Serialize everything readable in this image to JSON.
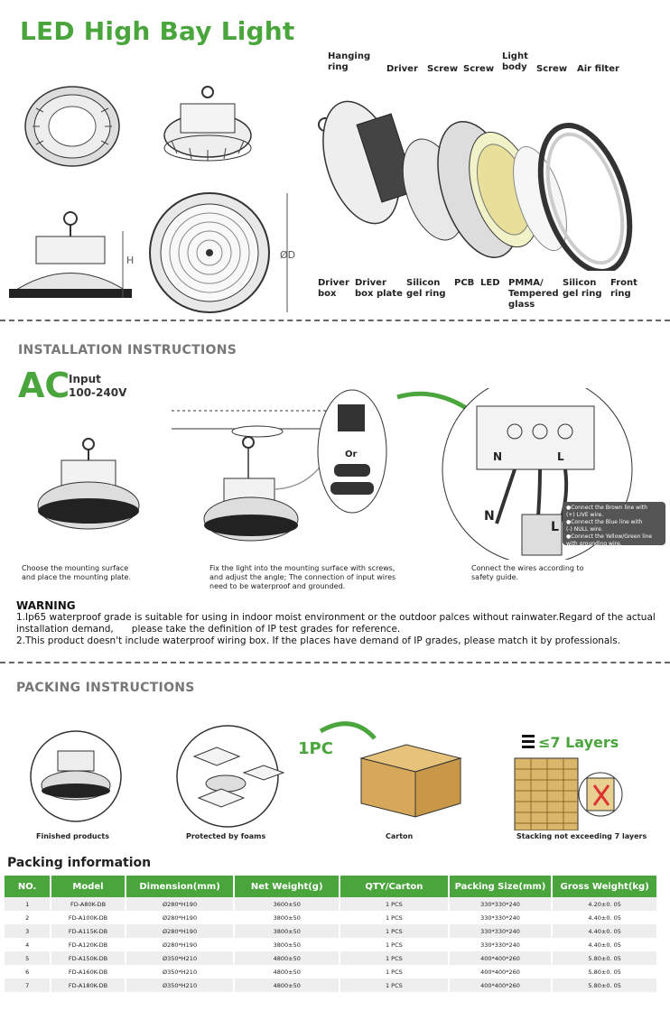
{
  "title": "LED High Bay Light",
  "dim_labels": {
    "h": "H",
    "d": "ØD"
  },
  "exploded_labels": {
    "hanging_ring": [
      "Hanging",
      "ring"
    ],
    "driver": "Driver",
    "screw1": "Screw",
    "screw2": "Screw",
    "light_body": [
      "Light",
      "body"
    ],
    "screw3": "Screw",
    "air_filter": "Air filter",
    "driver_box": [
      "Driver",
      "box"
    ],
    "driver_box_plate": [
      "Driver",
      "box plate"
    ],
    "silicon_gel_ring1": [
      "Silicon",
      "gel ring"
    ],
    "pcb": "PCB",
    "led": "LED",
    "pmma": [
      "PMMA/",
      "Tempered",
      "glass"
    ],
    "silicon_gel_ring2": [
      "Silicon",
      "gel ring"
    ],
    "front_ring": [
      "Front",
      "ring"
    ]
  },
  "installation": {
    "heading": "INSTALLATION INSTRUCTIONS",
    "ac": "AC",
    "input_label": "Input",
    "voltage": "100-240V",
    "or_label": "Or",
    "terminal_n": "N",
    "terminal_l": "L",
    "wire_n": "N",
    "wire_l": "L",
    "step1": [
      "Choose the mounting surface",
      "and place the mounting plate."
    ],
    "step2": [
      "Fix the light into the mounting surface with screws,",
      "and adjust the angle; The connection of input wires",
      "need to be waterproof and grounded."
    ],
    "step3": [
      "Connect the wires according to",
      "safety guide."
    ],
    "wire_notes": [
      "●Connect the Brown line with",
      "(+) LIVE wire.",
      "●Connect the Blue line with",
      "(-) NULL wire.",
      "●Connect the Yellow/Green line",
      "with grounding wire."
    ]
  },
  "warning": {
    "heading": "WARNING",
    "lines": [
      "1.Ip65 waterproof grade is suitable for using in indoor moist environment or the outdoor palces without rainwater.Regard of the actual",
      "installation demand,      please take the definition of IP test grades for reference.",
      "2.This product doesn't include waterproof wiring box. If the places have demand of IP grades, please match it by professionals."
    ]
  },
  "packing": {
    "heading": "PACKING INSTRUCTIONS",
    "pc_label": "1PC",
    "layers_label": "≤7 Layers",
    "captions": [
      "Finished products",
      "Protected by foams",
      "Carton",
      "Stacking not exceeding 7 layers"
    ]
  },
  "packing_info": {
    "heading": "Packing information",
    "columns": [
      "NO.",
      "Model",
      "Dimension(mm)",
      "Net Weight(g)",
      "QTY/Carton",
      "Packing Size(mm)",
      "Gross Weight(kg)"
    ],
    "rows": [
      [
        "1",
        "FD-A80K-DB",
        "Ø280*H190",
        "3600±50",
        "1 PCS",
        "330*330*240",
        "4.20±0. 05"
      ],
      [
        "2",
        "FD-A100K-DB",
        "Ø280*H190",
        "3800±50",
        "1 PCS",
        "330*330*240",
        "4.40±0. 05"
      ],
      [
        "3",
        "FD-A115K-DB",
        "Ø280*H190",
        "3800±50",
        "1 PCS",
        "330*330*240",
        "4.40±0. 05"
      ],
      [
        "4",
        "FD-A120K-DB",
        "Ø280*H190",
        "3800±50",
        "1 PCS",
        "330*330*240",
        "4.40±0. 05"
      ],
      [
        "5",
        "FD-A150K-DB",
        "Ø350*H210",
        "4800±50",
        "1 PCS",
        "400*400*260",
        "5.80±0. 05"
      ],
      [
        "6",
        "FD-A160K-DB",
        "Ø350*H210",
        "4800±50",
        "1 PCS",
        "400*400*260",
        "5.80±0. 05"
      ],
      [
        "7",
        "FD-A180K-DB",
        "Ø350*H210",
        "4800±50",
        "1 PCS",
        "400*400*260",
        "5.80±0. 05"
      ]
    ]
  },
  "colors": {
    "accent": "#4aa63c",
    "table_header": "#4aa63c",
    "row_alt": "#eeeeee"
  }
}
